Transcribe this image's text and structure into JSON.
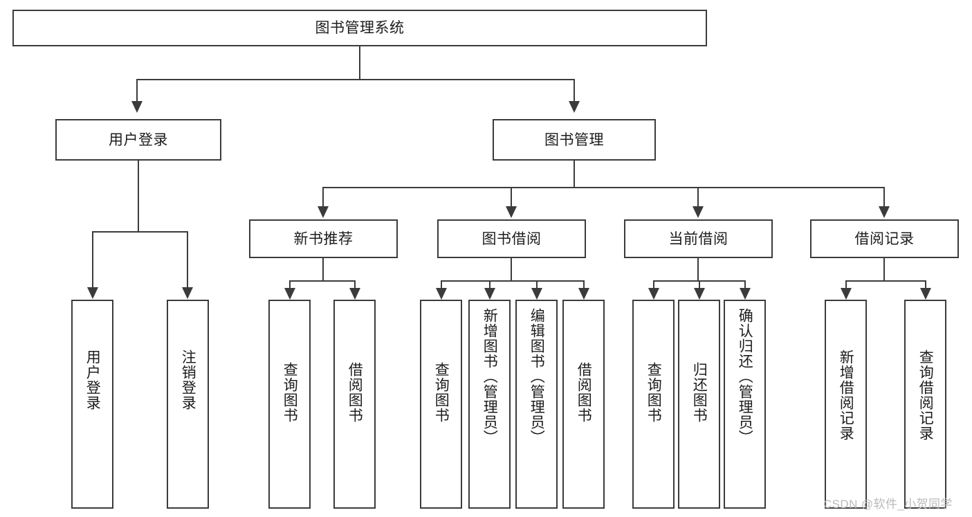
{
  "diagram": {
    "title": "图书管理系统",
    "type": "tree",
    "root": {
      "label": "图书管理系统"
    },
    "level2": [
      {
        "label": "用户登录"
      },
      {
        "label": "图书管理"
      }
    ],
    "level3": [
      {
        "label": "新书推荐"
      },
      {
        "label": "图书借阅"
      },
      {
        "label": "当前借阅"
      },
      {
        "label": "借阅记录"
      }
    ],
    "leaves": {
      "user_login": [
        {
          "label": "用户登录"
        },
        {
          "label": "注销登录"
        }
      ],
      "new_book_recommend": [
        {
          "label": "查询图书"
        },
        {
          "label": "借阅图书"
        }
      ],
      "book_borrow": [
        {
          "label": "查询图书"
        },
        {
          "label": "新增图书（管理员）"
        },
        {
          "label": "编辑图书（管理员）"
        },
        {
          "label": "借阅图书"
        }
      ],
      "current_borrow": [
        {
          "label": "查询图书"
        },
        {
          "label": "归还图书"
        },
        {
          "label": "确认归还（管理员）"
        }
      ],
      "borrow_record": [
        {
          "label": "新增借阅记录"
        },
        {
          "label": "查询借阅记录"
        }
      ]
    }
  },
  "watermark": {
    "text": "CSDN @软件_小贺同学"
  },
  "colors": {
    "stroke": "#3b3b3b",
    "background": "#ffffff",
    "text": "#1c1c1c",
    "watermark": "#b9b9b9"
  }
}
